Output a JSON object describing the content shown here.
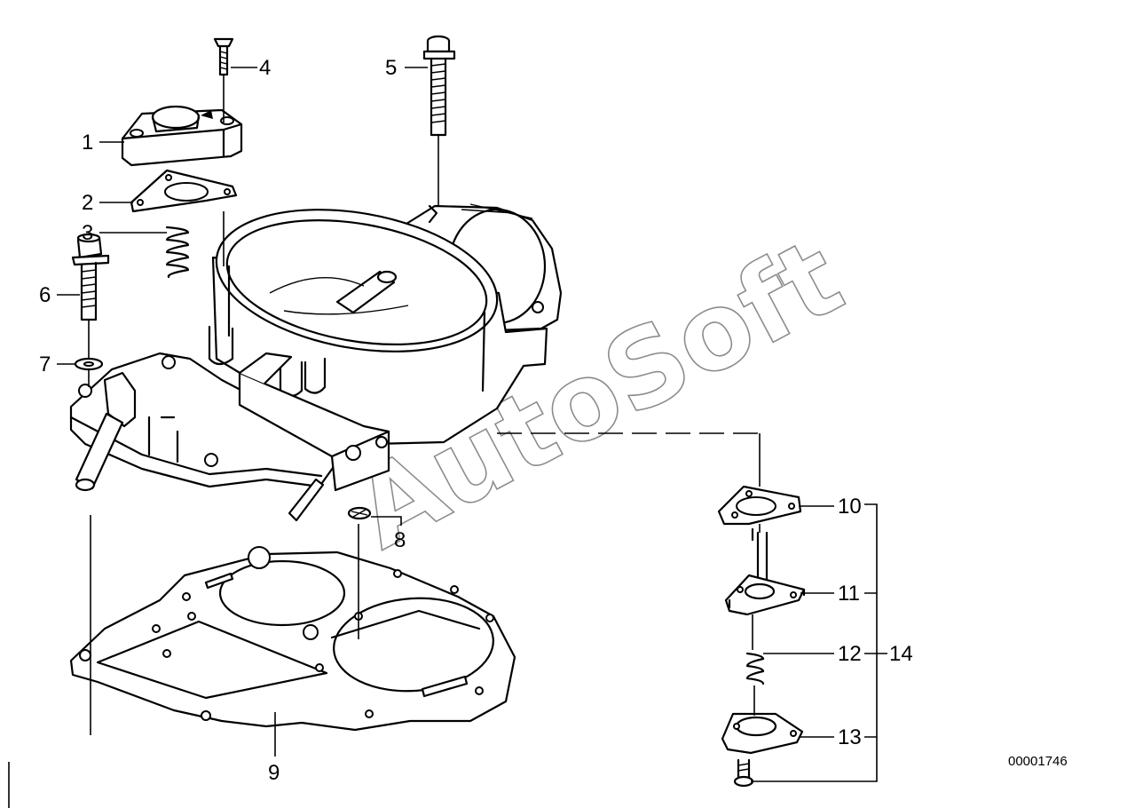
{
  "diagram": {
    "labels": [
      {
        "id": "label-1",
        "text": "1"
      },
      {
        "id": "label-2",
        "text": "2"
      },
      {
        "id": "label-3",
        "text": "3"
      },
      {
        "id": "label-4",
        "text": "4"
      },
      {
        "id": "label-5",
        "text": "5"
      },
      {
        "id": "label-6",
        "text": "6"
      },
      {
        "id": "label-7",
        "text": "7"
      },
      {
        "id": "label-8",
        "text": "8"
      },
      {
        "id": "label-9",
        "text": "9"
      },
      {
        "id": "label-10",
        "text": "10"
      },
      {
        "id": "label-11",
        "text": "11"
      },
      {
        "id": "label-12",
        "text": "12"
      },
      {
        "id": "label-13",
        "text": "13"
      },
      {
        "id": "label-14",
        "text": "14"
      }
    ],
    "drawing_number": "00001746",
    "watermark": "AutoSoft"
  }
}
